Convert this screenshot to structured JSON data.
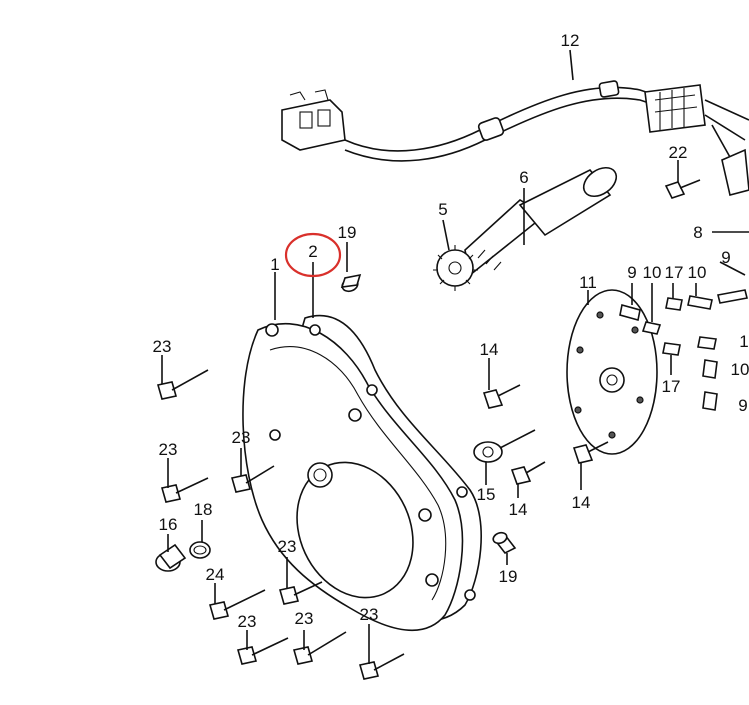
{
  "labels": {
    "p1": "1",
    "p2": "2",
    "p5": "5",
    "p6": "6",
    "p8": "8",
    "p9a": "9",
    "p9b": "9",
    "p10a": "10",
    "p10b": "10",
    "p10c": "10",
    "p11": "11",
    "p11b": "1",
    "p12": "12",
    "p14a": "14",
    "p14b": "14",
    "p14c": "14",
    "p15": "15",
    "p16": "16",
    "p17a": "17",
    "p17b": "17",
    "p18": "18",
    "p19a": "19",
    "p19b": "19",
    "p22": "22",
    "p23a": "23",
    "p23b": "23",
    "p23c": "23",
    "p23d": "23",
    "p23e": "23",
    "p23f": "23",
    "p23g": "23",
    "p24": "24"
  },
  "highlight_color": "#d9302b",
  "line_color": "#111111"
}
